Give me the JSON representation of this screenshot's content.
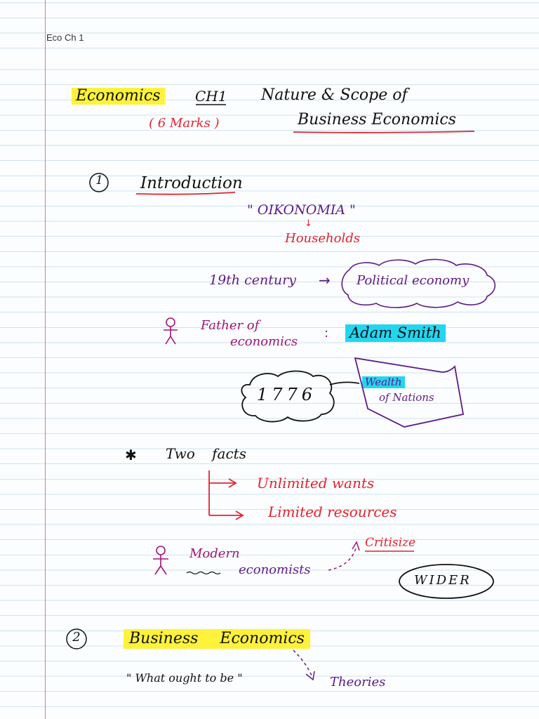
{
  "page": {
    "header": "Eco Ch 1"
  },
  "title": {
    "subject": "Economics",
    "chapter": "CH1",
    "topic_line1": "Nature & Scope of",
    "topic_line2": "Business Economics",
    "marks": "( 6 Marks )"
  },
  "section1": {
    "number": "1",
    "heading": "Introduction",
    "origin_word": "\" OIKONOMIA \"",
    "arrow_down": "↓",
    "origin_meaning": "Households",
    "century": "19th century",
    "arrow_right": "→",
    "political_economy": "Political economy",
    "father_label_line1": "Father of",
    "father_label_line2": "economics",
    "colon": ":",
    "father_name": "Adam Smith",
    "year": "1776",
    "book_line1": "Wealth",
    "book_line2": "of Nations",
    "bullet": "✱",
    "two_facts": "Two facts",
    "fact1": "Unlimited wants",
    "fact2": "Limited resources",
    "modern_line1": "Modern",
    "modern_line2": "economists",
    "criticize": "Critisize",
    "wider": "WIDER"
  },
  "section2": {
    "number": "2",
    "heading": "Business Economics",
    "quote": "\" What ought to be \"",
    "theories": "Theories"
  },
  "colors": {
    "highlight_yellow": "#fff23a",
    "highlight_cyan": "#22d6f0",
    "ink_red": "#e0242f",
    "ink_purple": "#5e1b86",
    "ink_magenta": "#a0157a",
    "margin_red": "#e07a7a"
  }
}
